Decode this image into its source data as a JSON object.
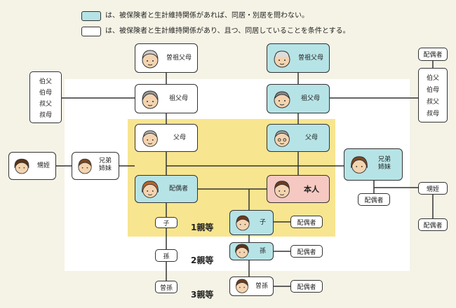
{
  "legend": {
    "blue_text": "は、被保険者と生計維持関係があれば、同居・別居を問わない。",
    "white_text": "は、被保険者と生計維持関係があり、且つ、同居していることを条件とする。"
  },
  "nodes": {
    "great_grandparents_left": "曽祖父母",
    "great_grandparents_right": "曽祖父母",
    "grandparents_left": "祖父母",
    "grandparents_right": "祖父母",
    "parents_left": "父母",
    "parents_right": "父母",
    "spouse": "配偶者",
    "self": "本人",
    "sibling_left": [
      "兄弟",
      "姉妹"
    ],
    "sibling_right": [
      "兄弟",
      "姉妹"
    ],
    "niece_left": "甥姪",
    "child_right": "子",
    "grandchild_right": "孫",
    "great_grandchild_right": "曽孫"
  },
  "small_boxes": {
    "child_left": "子",
    "grandchild_left": "孫",
    "great_grandchild_left": "曽孫",
    "spouse_of_child": "配偶者",
    "spouse_of_grandchild": "配偶者",
    "spouse_of_great_grandchild": "配偶者",
    "spouse_of_sibling": "配偶者",
    "niece_right": "甥姪",
    "spouse_of_niece": "配偶者",
    "spouse_top_right": "配偶者"
  },
  "uncle_aunt_left": [
    "伯父",
    "伯母",
    "叔父",
    "叔母"
  ],
  "uncle_aunt_right": [
    "伯父",
    "伯母",
    "叔父",
    "叔母"
  ],
  "degrees": {
    "first": "1親等",
    "second": "2親等",
    "third": "3親等"
  },
  "colors": {
    "blue_box": "#b6e3e6",
    "white_box": "#ffffff",
    "pink_box": "#f6c8c2",
    "yellow_zone": "#f8e58f",
    "background": "#f5f3e6"
  }
}
